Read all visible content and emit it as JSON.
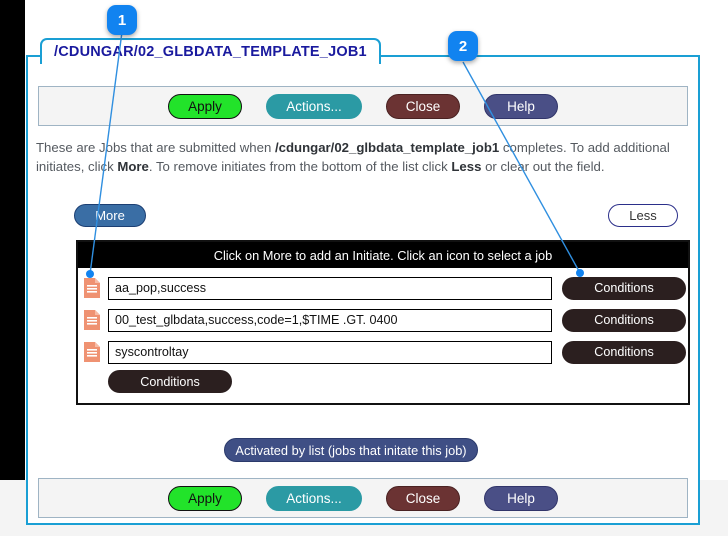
{
  "tab": {
    "label": "/CDUNGAR/02_GLBDATA_TEMPLATE_JOB1"
  },
  "toolbar": {
    "apply_label": "Apply",
    "actions_label": "Actions...",
    "close_label": "Close",
    "help_label": "Help"
  },
  "description": {
    "part1": "These are Jobs that are submitted when ",
    "bold1": "/cdungar/02_glbdata_template_job1",
    "part2": " completes. To add additional initiates, click ",
    "bold2": "More",
    "part3": ". To remove initiates from the bottom of the list click ",
    "bold3": "Less",
    "part4": " or clear out the field."
  },
  "controls": {
    "more_label": "More",
    "less_label": "Less"
  },
  "panel": {
    "header": "Click on More to add an Initiate. Click an icon to select a job",
    "rows": [
      {
        "icon": "document-icon",
        "value": "aa_pop,success",
        "button": "Conditions"
      },
      {
        "icon": "document-icon",
        "value": "00_test_glbdata,success,code=1,$TIME .GT. 0400",
        "button": "Conditions"
      },
      {
        "icon": "document-icon",
        "value": "syscontroltay",
        "button": "Conditions"
      }
    ],
    "extra_button": "Conditions"
  },
  "activated": {
    "label": "Activated by list (jobs that initate this job)"
  },
  "callouts": [
    {
      "number": "1"
    },
    {
      "number": "2"
    }
  ],
  "colors": {
    "frame": "#1a9fd4",
    "apply": "#22e32a",
    "actions": "#2b9aa4",
    "close": "#6b3333",
    "help": "#4a4f86",
    "more": "#3a6ea5",
    "conditions": "#2b1f1f",
    "badge": "#1183f0",
    "icon": "#ef9272"
  }
}
